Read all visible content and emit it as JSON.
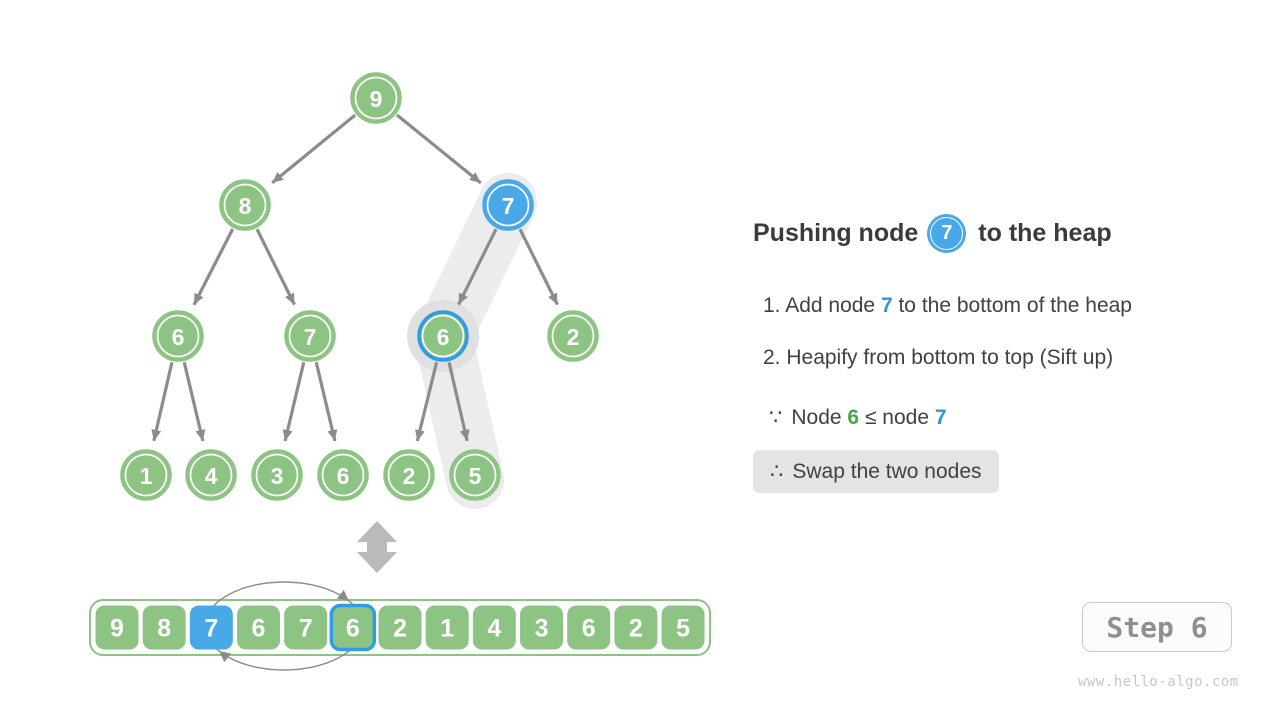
{
  "colors": {
    "green": "#8dc483",
    "blue": "#49a8e8",
    "blue_border": "#2f9ce8",
    "text_blue": "#2b96de",
    "text_green": "#4ba34b",
    "arrow": "#8c8c8c",
    "band": "#ececec",
    "glow": "#e0e0e0",
    "double_arrow": "#bababa",
    "pill_bg": "#e4e4e4",
    "step_border": "#c9c9c9",
    "step_bg": "#fcfcfc",
    "step_text": "#8f8f8f",
    "watermark": "#c7c7c7",
    "heading_text": "#3b3b3b",
    "body_text": "#414141"
  },
  "heading": {
    "pre": "Pushing node",
    "badge": "7",
    "post": "to the heap"
  },
  "list": {
    "item1": {
      "pre": "1. Add node ",
      "em": "7",
      "post": " to the bottom of the heap"
    },
    "item2": "2. Heapify from bottom to top (Sift up)"
  },
  "because": {
    "sym": "∵",
    "pre": "Node ",
    "green": "6",
    "mid": " ≤ node ",
    "blue": "7"
  },
  "therefore": {
    "sym": "∴",
    "text": "Swap the two nodes"
  },
  "step_label": "Step 6",
  "watermark": "www.hello-algo.com",
  "tree": {
    "values": [
      "9",
      "8",
      "7",
      "6",
      "7",
      "6",
      "2",
      "1",
      "4",
      "3",
      "6",
      "2",
      "5"
    ],
    "highlight_filled": 2,
    "highlight_ring": 5
  },
  "array": {
    "values": [
      "9",
      "8",
      "7",
      "6",
      "7",
      "6",
      "2",
      "1",
      "4",
      "3",
      "6",
      "2",
      "5"
    ],
    "highlight_filled": 2,
    "highlight_ring": 5
  }
}
